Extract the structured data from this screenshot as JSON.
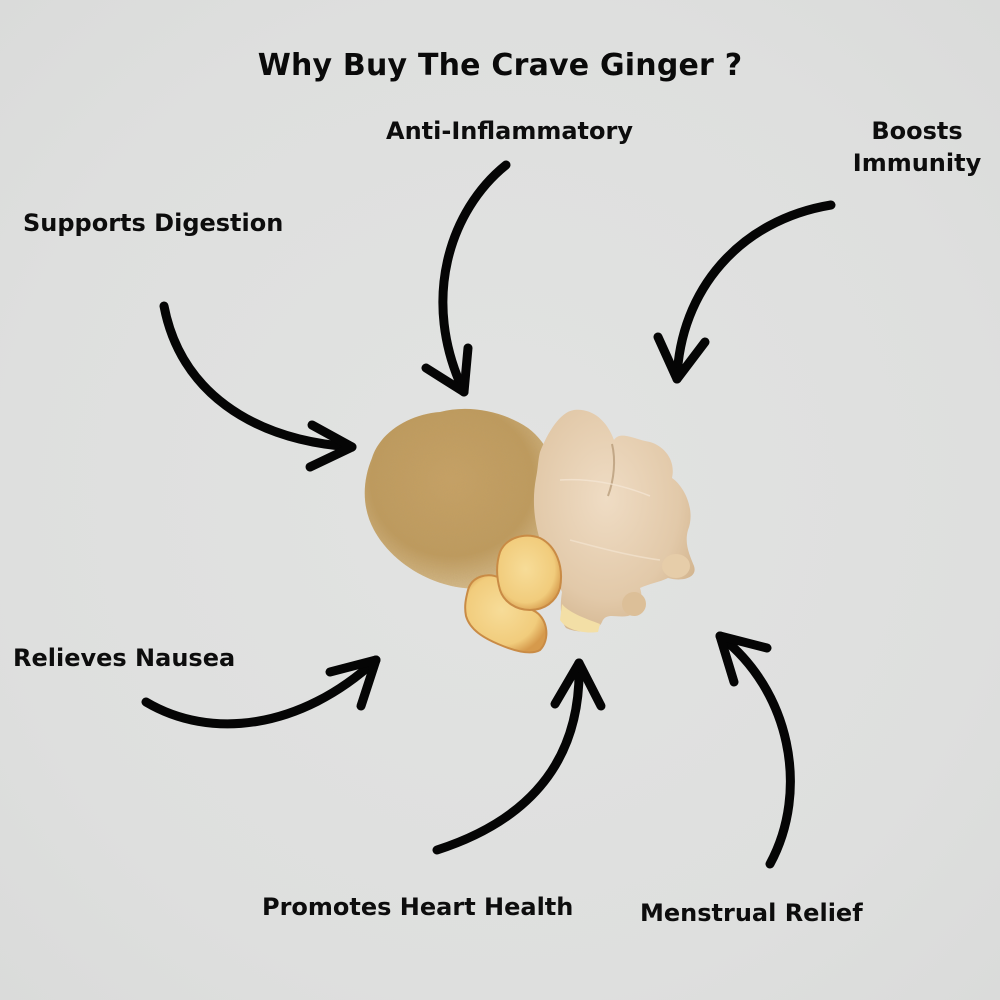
{
  "title": "Why Buy The Crave Ginger ?",
  "benefits": [
    {
      "id": "supports-digestion",
      "label": "Supports Digestion"
    },
    {
      "id": "anti-inflammatory",
      "label": "Anti-Inflammatory"
    },
    {
      "id": "boosts-immunity",
      "label_line1": "Boosts",
      "label_line2": "Immunity"
    },
    {
      "id": "relieves-nausea",
      "label": "Relieves Nausea"
    },
    {
      "id": "promotes-heart-health",
      "label": "Promotes Heart Health"
    },
    {
      "id": "menstrual-relief",
      "label": "Menstrual Relief"
    }
  ],
  "center_image": {
    "description": "Ginger powder pile, fresh ginger root and ginger slices"
  },
  "colors": {
    "background": "#dfe0df",
    "text": "#0d0d0d",
    "arrow": "#050505",
    "powder": "#c9a46a",
    "root": "#e8d2b8",
    "slice": "#f3cf83"
  }
}
